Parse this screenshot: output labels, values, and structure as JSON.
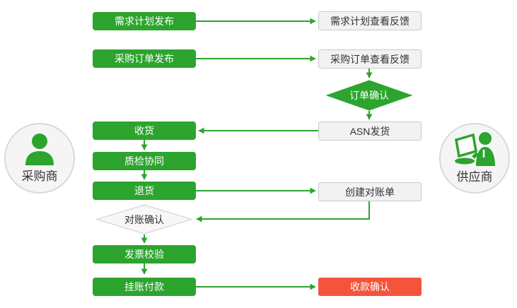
{
  "diagram": {
    "type": "flowchart",
    "palette": {
      "green": "#2ca42e",
      "red": "#f4543c",
      "gray_fill": "#f2f2f2",
      "gray_border": "#c9c9c9",
      "decision_gray_fill": "#f7f7f7",
      "text_dark": "#333333",
      "text_light": "#ffffff"
    },
    "actors": {
      "buyer": {
        "label": "采购商",
        "icon": "person-icon"
      },
      "supplier": {
        "label": "供应商",
        "icon": "person-laptop-icon"
      }
    },
    "nodes": {
      "demand_publish": {
        "label": "需求计划发布",
        "type": "process",
        "style": "green"
      },
      "demand_feedback": {
        "label": "需求计划查看反馈",
        "type": "process",
        "style": "gray"
      },
      "po_publish": {
        "label": "采购订单发布",
        "type": "process",
        "style": "green"
      },
      "po_feedback": {
        "label": "采购订单查看反馈",
        "type": "process",
        "style": "gray"
      },
      "order_confirm": {
        "label": "订单确认",
        "type": "decision",
        "style": "green"
      },
      "asn_ship": {
        "label": "ASN发货",
        "type": "process",
        "style": "gray"
      },
      "receive": {
        "label": "收货",
        "type": "process",
        "style": "green"
      },
      "quality_check": {
        "label": "质检协同",
        "type": "process",
        "style": "green"
      },
      "return_goods": {
        "label": "退货",
        "type": "process",
        "style": "green"
      },
      "create_statement": {
        "label": "创建对账单",
        "type": "process",
        "style": "gray"
      },
      "statement_confirm": {
        "label": "对账确认",
        "type": "decision",
        "style": "gray"
      },
      "invoice_verify": {
        "label": "发票校验",
        "type": "process",
        "style": "green"
      },
      "payment": {
        "label": "挂账付款",
        "type": "process",
        "style": "green"
      },
      "receipt_confirm": {
        "label": "收款确认",
        "type": "process",
        "style": "red"
      }
    },
    "edges": [
      {
        "from": "demand_publish",
        "to": "demand_feedback"
      },
      {
        "from": "po_publish",
        "to": "po_feedback"
      },
      {
        "from": "po_feedback",
        "to": "order_confirm"
      },
      {
        "from": "order_confirm",
        "to": "asn_ship"
      },
      {
        "from": "asn_ship",
        "to": "receive"
      },
      {
        "from": "receive",
        "to": "quality_check"
      },
      {
        "from": "quality_check",
        "to": "return_goods"
      },
      {
        "from": "return_goods",
        "to": "create_statement"
      },
      {
        "from": "create_statement",
        "to": "statement_confirm"
      },
      {
        "from": "statement_confirm",
        "to": "invoice_verify"
      },
      {
        "from": "invoice_verify",
        "to": "payment"
      },
      {
        "from": "payment",
        "to": "receipt_confirm"
      }
    ]
  }
}
